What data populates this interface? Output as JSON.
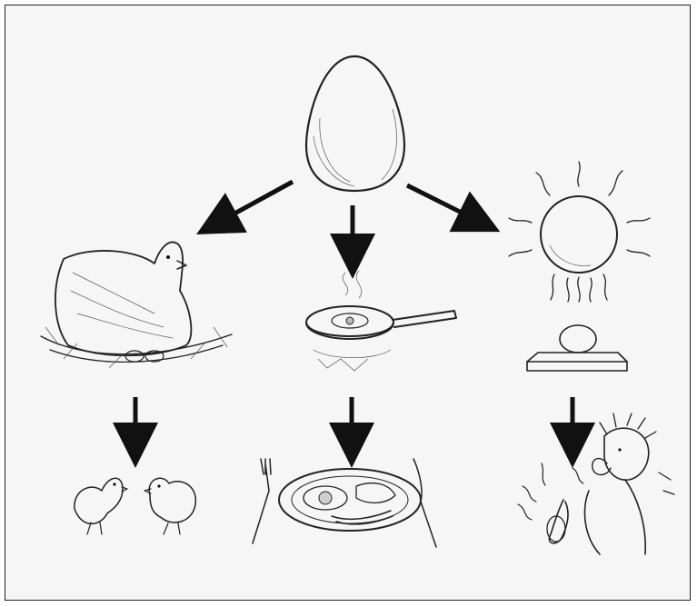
{
  "diagram": {
    "nodes": [
      {
        "id": "egg",
        "icon": "egg-icon"
      },
      {
        "id": "hen",
        "icon": "hen-on-nest-icon"
      },
      {
        "id": "frying",
        "icon": "frying-pan-icon"
      },
      {
        "id": "sun",
        "icon": "sun-icon"
      },
      {
        "id": "rotten-egg",
        "icon": "egg-on-block-icon"
      },
      {
        "id": "chicks",
        "icon": "chicks-icon"
      },
      {
        "id": "breakfast",
        "icon": "breakfast-plate-icon"
      },
      {
        "id": "smelly",
        "icon": "person-holding-nose-icon"
      }
    ],
    "edges": [
      {
        "from": "egg",
        "to": "hen"
      },
      {
        "from": "egg",
        "to": "frying"
      },
      {
        "from": "egg",
        "to": "sun"
      },
      {
        "from": "hen",
        "to": "chicks"
      },
      {
        "from": "frying",
        "to": "breakfast"
      },
      {
        "from": "rotten-egg",
        "to": "smelly"
      }
    ],
    "colors": {
      "ink": "#222222",
      "background": "#f6f6f6"
    }
  }
}
